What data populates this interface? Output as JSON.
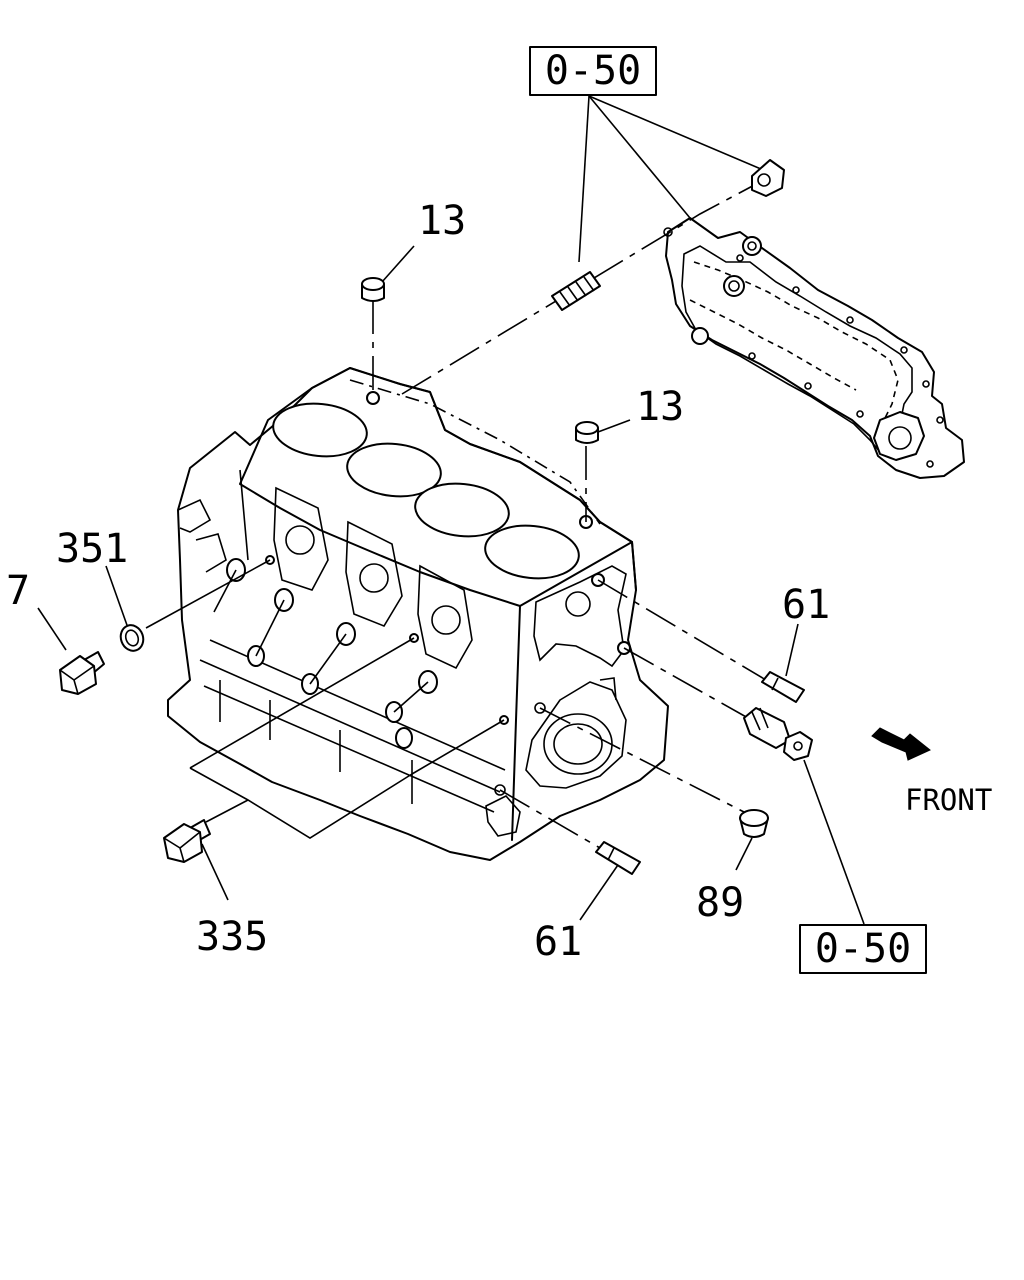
{
  "callouts": {
    "ref_top": "0-50",
    "ref_bottom": "0-50",
    "cap_upper": "13",
    "cap_right": "13",
    "washer": "351",
    "plug_small": "7",
    "plug_drain": "335",
    "pin_upper_right": "61",
    "pin_lower": "61",
    "dowel": "89"
  },
  "direction": {
    "label": "FRONT"
  }
}
